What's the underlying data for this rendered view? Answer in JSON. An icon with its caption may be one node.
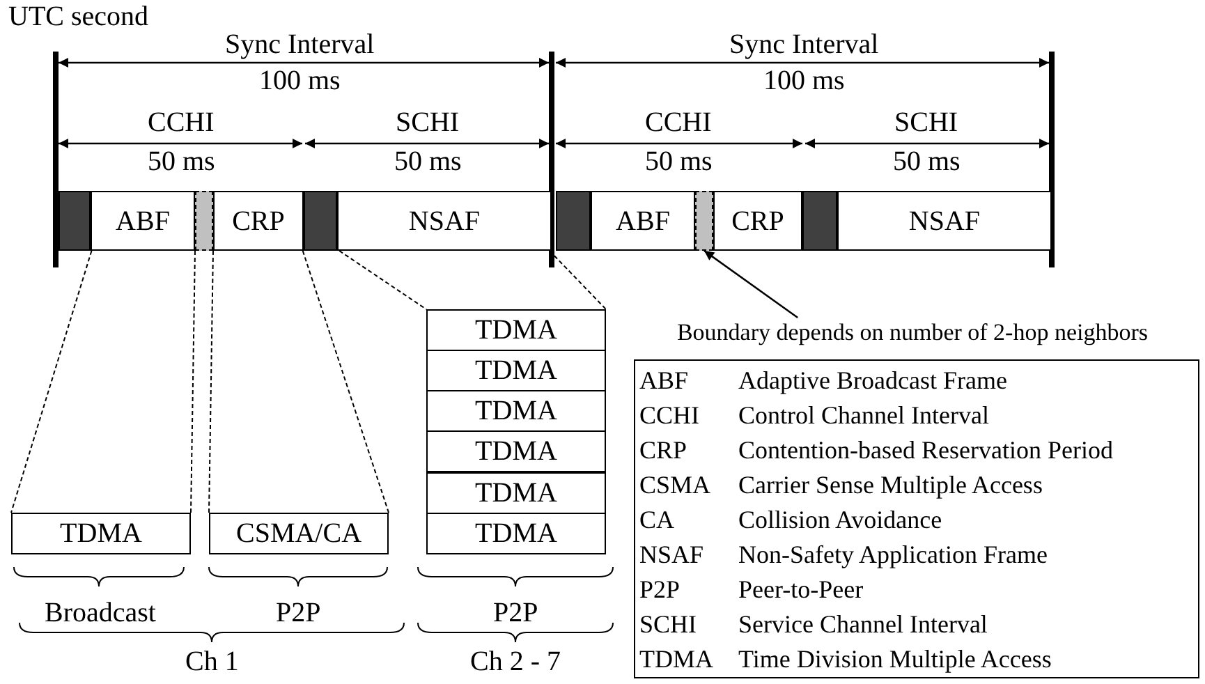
{
  "diagram": {
    "nodes": [
      {
        "text": [],
        "shape": "bar"
      },
      {
        "text": [
          "ABF"
        ]
      },
      {
        "text": [],
        "shape": "bar"
      },
      {
        "text": [
          "CRP"
        ]
      },
      {
        "text": [],
        "shape": "bar"
      },
      {
        "text": [
          "NSAF"
        ]
      },
      {
        "text": [],
        "shape": "bar"
      },
      {
        "text": [
          "ABF"
        ]
      },
      {
        "text": [],
        "shape": "bar"
      },
      {
        "text": [
          "CRP"
        ]
      },
      {
        "text": [],
        "shape": "bar"
      },
      {
        "text": [
          "NSAF"
        ]
      },
      {
        "text": [
          "TDMA"
        ]
      },
      {
        "text": [
          "TDMA"
        ]
      },
      {
        "text": [
          "Boundary depends on number of 2-hop neighbors"
        ]
      },
      {
        "text": [
          "TDMA"
        ]
      },
      {
        "text": [
          "TDMA"
        ]
      },
      {
        "text": [
          "TDMA"
        ]
      },
      {
        "text": [
          "TDMA"
        ]
      },
      {
        "text": [
          "TDMA"
        ]
      },
      {
        "text": [
          "CSMA/CA"
        ]
      }
    ],
    "edges": [
      {
        "from": 1,
        "to": 12,
        "arrow": "none",
        "style": "dashed"
      },
      {
        "from": 2,
        "to": 12,
        "arrow": "none",
        "style": "dashed"
      },
      {
        "from": 2,
        "to": 20,
        "arrow": "none",
        "style": "dashed"
      },
      {
        "from": 3,
        "to": 20,
        "arrow": "none",
        "style": "dashed"
      },
      {
        "from": 5,
        "to": 13,
        "arrow": "none",
        "style": "dashed"
      },
      {
        "from": 5,
        "to": 13,
        "arrow": "none",
        "style": "dashed"
      },
      {
        "from": 14,
        "to": 8,
        "arrow": "to"
      }
    ],
    "labels": [
      "UTC second",
      "Sync Interval",
      "Sync Interval",
      "100 ms",
      "100 ms",
      "CCHI",
      "SCHI",
      "CCHI",
      "SCHI",
      "50 ms",
      "50 ms",
      "50 ms",
      "50 ms",
      "Broadcast",
      "P2P",
      "P2P",
      "Ch 1",
      "Ch 2 - 7",
      "ABF",
      "Adaptive Broadcast Frame",
      "CCHI",
      "Control Channel Interval",
      "CRP",
      "Contention-based Reservation Period",
      "CSMA",
      "Carrier Sense Multiple Access",
      "CA",
      "Collision Avoidance",
      "NSAF",
      "Non-Safety Application Frame",
      "P2P",
      "Peer-to-Peer",
      "SCHI",
      "Service Channel Interval",
      "TDMA",
      "Time Division Multiple Access"
    ]
  }
}
